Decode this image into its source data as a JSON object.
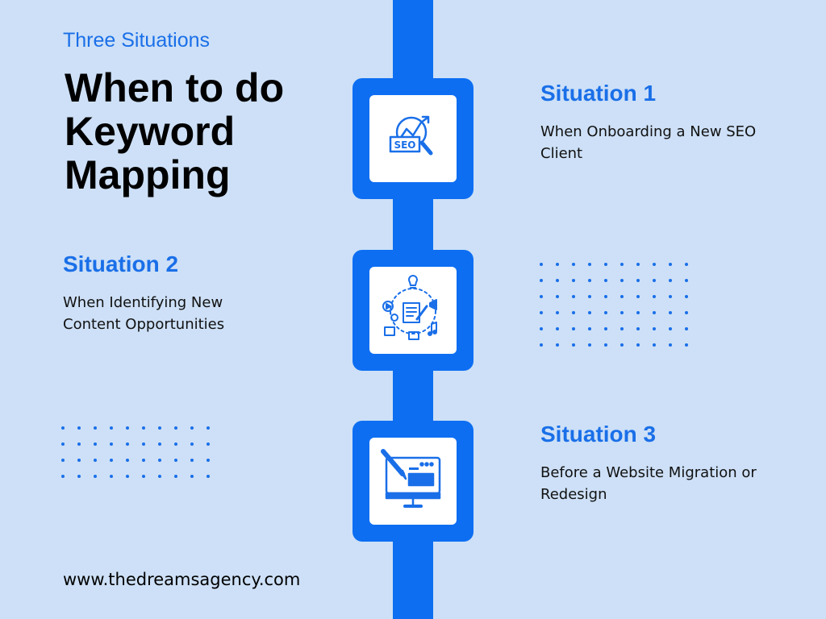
{
  "header": {
    "eyebrow": "Three Situations",
    "title": "When to do Keyword Mapping"
  },
  "situations": [
    {
      "heading": "Situation 1",
      "description": "When Onboarding a New SEO Client",
      "icon": "seo-analytics-icon"
    },
    {
      "heading": "Situation 2",
      "description": "When Identifying New Content Opportunities",
      "icon": "content-ideas-icon"
    },
    {
      "heading": "Situation 3",
      "description": "Before a Website Migration or Redesign",
      "icon": "web-design-monitor-icon"
    }
  ],
  "seo_badge": "SEO",
  "footer": {
    "website": "www.thedreamsagency.com"
  },
  "colors": {
    "background": "#cde0f7",
    "accent": "#0d6ef2",
    "heading": "#1a6fe8"
  }
}
